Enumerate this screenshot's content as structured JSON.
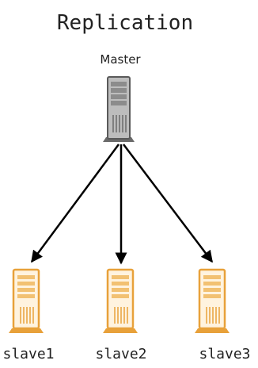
{
  "diagram": {
    "title": "Replication",
    "master": {
      "label": "Master",
      "icon": "server-tower-icon",
      "color": "#5a5a5a",
      "body_color": "#bdbdbd",
      "drive_color": "#8c8c8c"
    },
    "slaves": [
      {
        "label": "slave1",
        "icon": "server-tower-icon"
      },
      {
        "label": "slave2",
        "icon": "server-tower-icon"
      },
      {
        "label": "slave3",
        "icon": "server-tower-icon"
      }
    ],
    "slave_colors": {
      "outline": "#e8a13a",
      "body": "#fff3df",
      "drive": "#f2c172"
    },
    "arrow_color": "#000000"
  }
}
